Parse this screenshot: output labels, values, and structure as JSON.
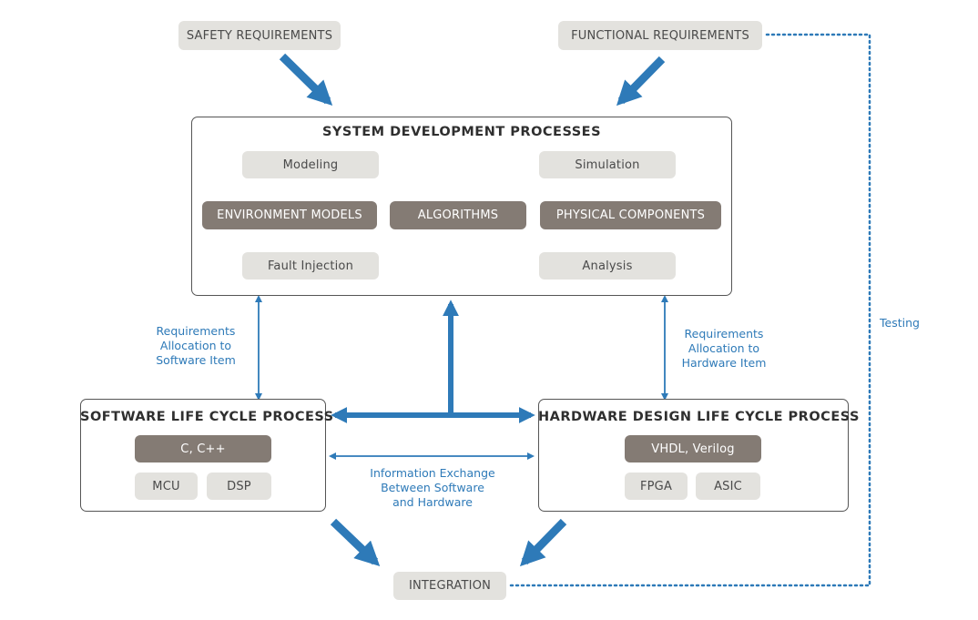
{
  "colors": {
    "accent_blue": "#2e7ab8",
    "dark_box": "#847b74",
    "light_box": "#e3e2de",
    "border": "#555555"
  },
  "top_inputs": {
    "safety": "SAFETY REQUIREMENTS",
    "functional": "FUNCTIONAL REQUIREMENTS"
  },
  "system": {
    "title": "SYSTEM DEVELOPMENT PROCESSES",
    "modeling": "Modeling",
    "simulation": "Simulation",
    "environment_models": "ENVIRONMENT MODELS",
    "algorithms": "ALGORITHMS",
    "physical_components": "PHYSICAL COMPONENTS",
    "fault_injection": "Fault Injection",
    "analysis": "Analysis"
  },
  "software": {
    "title": "SOFTWARE LIFE CYCLE PROCESS",
    "language": "C, C++",
    "mcu": "MCU",
    "dsp": "DSP"
  },
  "hardware": {
    "title": "HARDWARE DESIGN LIFE CYCLE PROCESS",
    "language": "VHDL, Verilog",
    "fpga": "FPGA",
    "asic": "ASIC"
  },
  "labels": {
    "sw_allocation": "Requirements\nAllocation to\nSoftware Item",
    "hw_allocation": "Requirements\nAllocation to\nHardware Item",
    "info_exchange": "Information Exchange\nBetween Software\nand Hardware",
    "testing": "Testing"
  },
  "integration": "INTEGRATION"
}
